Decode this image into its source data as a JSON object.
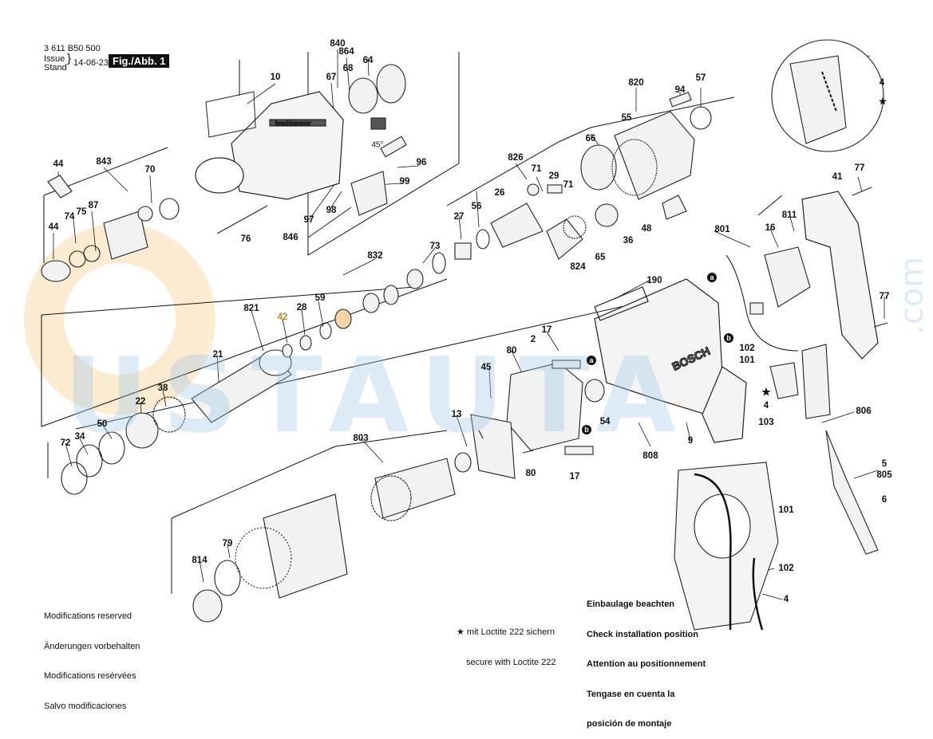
{
  "header": {
    "doc_number": "3 611 B50 500",
    "issue_label": "Issue",
    "stand_label": "Stand",
    "date": "14-06-23",
    "figure": "Fig./Abb. 1"
  },
  "watermark": {
    "text": "USTAUTA",
    "suffix": ".com"
  },
  "notes": {
    "modifications": [
      "Modifications reserved",
      "Änderungen vorbehalten",
      "Modifications resérvées",
      "Salvo modificaciones"
    ],
    "loctite": [
      "★ mit Loctite 222 sichern",
      "secure with Loctite 222"
    ],
    "installation": [
      "Einbaulage beachten",
      "Check installation position",
      "Attention au positionnement",
      "Tengase en cuenta la",
      "posición de montaje"
    ]
  },
  "part_labels": [
    {
      "id": "840",
      "text": "840"
    },
    {
      "id": "864",
      "text": "864"
    },
    {
      "id": "64",
      "text": "64"
    },
    {
      "id": "10",
      "text": "10"
    },
    {
      "id": "67",
      "text": "67"
    },
    {
      "id": "68",
      "text": "68"
    },
    {
      "id": "45deg",
      "text": "45°"
    },
    {
      "id": "96",
      "text": "96"
    },
    {
      "id": "99",
      "text": "99"
    },
    {
      "id": "97",
      "text": "97"
    },
    {
      "id": "98",
      "text": "98"
    },
    {
      "id": "846",
      "text": "846"
    },
    {
      "id": "76",
      "text": "76"
    },
    {
      "id": "44a",
      "text": "44"
    },
    {
      "id": "843",
      "text": "843"
    },
    {
      "id": "70",
      "text": "70"
    },
    {
      "id": "74",
      "text": "74"
    },
    {
      "id": "75",
      "text": "75"
    },
    {
      "id": "87",
      "text": "87"
    },
    {
      "id": "44b",
      "text": "44"
    },
    {
      "id": "820",
      "text": "820"
    },
    {
      "id": "94",
      "text": "94"
    },
    {
      "id": "57",
      "text": "57"
    },
    {
      "id": "55",
      "text": "55"
    },
    {
      "id": "66",
      "text": "66"
    },
    {
      "id": "826",
      "text": "826"
    },
    {
      "id": "71a",
      "text": "71"
    },
    {
      "id": "29",
      "text": "29"
    },
    {
      "id": "71b",
      "text": "71"
    },
    {
      "id": "26",
      "text": "26"
    },
    {
      "id": "27",
      "text": "27"
    },
    {
      "id": "56",
      "text": "56"
    },
    {
      "id": "36",
      "text": "36"
    },
    {
      "id": "48",
      "text": "48"
    },
    {
      "id": "65",
      "text": "65"
    },
    {
      "id": "824",
      "text": "824"
    },
    {
      "id": "73",
      "text": "73"
    },
    {
      "id": "832",
      "text": "832"
    },
    {
      "id": "821",
      "text": "821"
    },
    {
      "id": "42",
      "text": "42"
    },
    {
      "id": "28",
      "text": "28"
    },
    {
      "id": "59",
      "text": "59"
    },
    {
      "id": "21",
      "text": "21"
    },
    {
      "id": "22",
      "text": "22"
    },
    {
      "id": "38",
      "text": "38"
    },
    {
      "id": "50",
      "text": "50"
    },
    {
      "id": "34",
      "text": "34"
    },
    {
      "id": "72",
      "text": "72"
    },
    {
      "id": "190",
      "text": "190"
    },
    {
      "id": "801",
      "text": "801"
    },
    {
      "id": "16",
      "text": "16"
    },
    {
      "id": "811",
      "text": "811"
    },
    {
      "id": "41",
      "text": "41"
    },
    {
      "id": "77a",
      "text": "77"
    },
    {
      "id": "77b",
      "text": "77"
    },
    {
      "id": "102a",
      "text": "102"
    },
    {
      "id": "101a",
      "text": "101"
    },
    {
      "id": "4a",
      "text": "4"
    },
    {
      "id": "103a",
      "text": "103"
    },
    {
      "id": "806",
      "text": "806"
    },
    {
      "id": "5",
      "text": "5"
    },
    {
      "id": "805",
      "text": "805"
    },
    {
      "id": "6",
      "text": "6"
    },
    {
      "id": "17a",
      "text": "17"
    },
    {
      "id": "80a",
      "text": "80"
    },
    {
      "id": "2",
      "text": "2"
    },
    {
      "id": "45",
      "text": "45"
    },
    {
      "id": "54",
      "text": "54"
    },
    {
      "id": "808",
      "text": "808"
    },
    {
      "id": "9",
      "text": "9"
    },
    {
      "id": "13",
      "text": "13"
    },
    {
      "id": "803",
      "text": "803"
    },
    {
      "id": "80b",
      "text": "80"
    },
    {
      "id": "17b",
      "text": "17"
    },
    {
      "id": "79",
      "text": "79"
    },
    {
      "id": "814",
      "text": "814"
    },
    {
      "id": "101b",
      "text": "101"
    },
    {
      "id": "102b",
      "text": "102"
    },
    {
      "id": "4b",
      "text": "4"
    },
    {
      "id": "4c",
      "text": "4"
    },
    {
      "id": "103b",
      "text": "103"
    },
    {
      "id": "star",
      "text": "★"
    }
  ],
  "markers": [
    {
      "id": "a1",
      "text": "a"
    },
    {
      "id": "b1",
      "text": "b"
    },
    {
      "id": "a2",
      "text": "a"
    },
    {
      "id": "b2",
      "text": "b"
    }
  ],
  "branding": {
    "housing_text": "BOSCH"
  }
}
